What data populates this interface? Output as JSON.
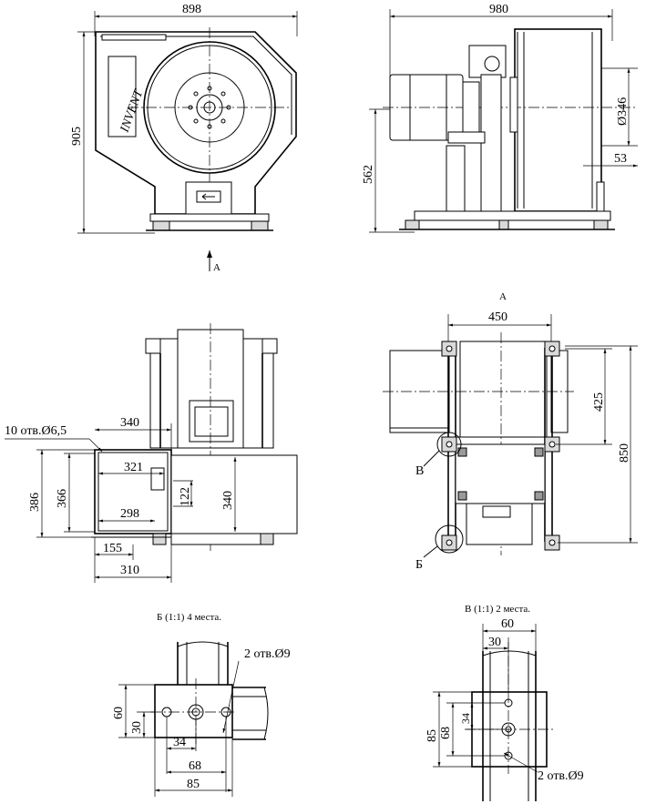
{
  "brand": "INVENT",
  "front_view": {
    "width": "898",
    "height": "905",
    "view_marker": "A"
  },
  "side_view": {
    "width": "980",
    "diameter": "Ø346",
    "offset": "53",
    "axis_height": "562"
  },
  "bottom_left_view": {
    "holes_note": "10 отв.Ø6,5",
    "d340_top": "340",
    "d321": "321",
    "d298": "298",
    "d386": "386",
    "d366": "366",
    "d122": "122",
    "d340_right": "340",
    "d155": "155",
    "d310": "310"
  },
  "bottom_right_view": {
    "title": "A",
    "d450": "450",
    "d425": "425",
    "d850": "850",
    "callout_v": "В",
    "callout_b": "Б"
  },
  "detail_b": {
    "title": "Б (1:1) 4 места.",
    "holes": "2 отв.Ø9",
    "d60": "60",
    "d30": "30",
    "d34": "34",
    "d68": "68",
    "d85": "85"
  },
  "detail_v": {
    "title": "В (1:1) 2 места.",
    "holes": "2 отв.Ø9",
    "d60": "60",
    "d30": "30",
    "d34": "34",
    "d68": "68",
    "d85": "85"
  }
}
